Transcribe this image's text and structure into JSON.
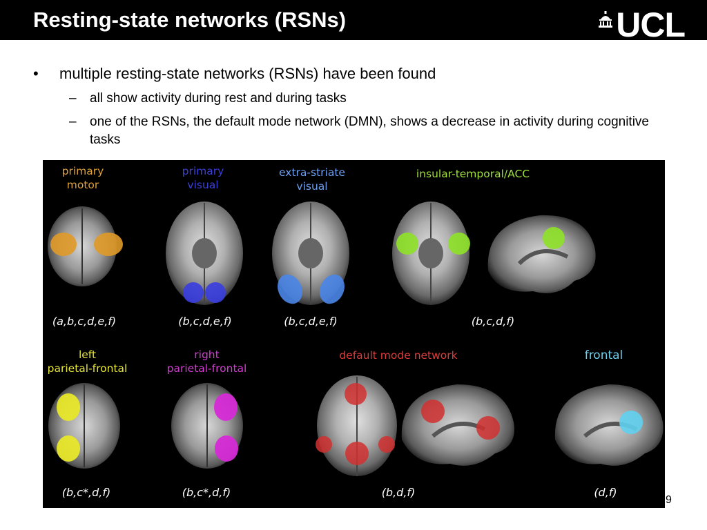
{
  "header": {
    "title": "Resting-state networks (RSNs)",
    "logo_text": "UCL"
  },
  "bullets": {
    "level1": "multiple resting-state networks (RSNs) have been found",
    "level2": [
      "all show activity during rest and during tasks",
      "one of the RSNs, the default mode network (DMN), shows a decrease in activity during cognitive tasks"
    ],
    "bullet_char": "•",
    "dash_char": "–"
  },
  "figure": {
    "top_labels": [
      {
        "line1": "primary",
        "line2": "motor",
        "color": "#e0a23a"
      },
      {
        "line1": "primary",
        "line2": "visual",
        "color": "#3b3fd8"
      },
      {
        "line1": "extra-striate",
        "line2": "visual",
        "color": "#6fa0f0"
      },
      {
        "line1": "insular-temporal/ACC",
        "line2": "",
        "color": "#9fe03a"
      }
    ],
    "top_citations": [
      "(a,b,c,d,e,f)",
      "(b,c,d,e,f)",
      "(b,c,d,e,f)",
      "(b,c,d,f)"
    ],
    "bottom_labels": [
      {
        "line1": "left",
        "line2": "parietal-frontal",
        "color": "#e8e83a"
      },
      {
        "line1": "right",
        "line2": "parietal-frontal",
        "color": "#d83ad8"
      },
      {
        "line1": "default mode network",
        "line2": "",
        "color": "#e03a3a"
      },
      {
        "line1": "frontal",
        "line2": "",
        "color": "#6fd0f0"
      }
    ],
    "bottom_citations": [
      "(b,c*,d,f)",
      "(b,c*,d,f)",
      "(b,d,f)",
      "(d,f)"
    ],
    "colors": {
      "motor": "#e09a28",
      "visual_primary": "#3a3ee0",
      "visual_extra": "#4a86e8",
      "insular": "#8ee02a",
      "left_pf": "#e8e82a",
      "right_pf": "#d62ad6",
      "dmn": "#d03030",
      "frontal": "#5fd0f0"
    }
  },
  "page_number": "9"
}
